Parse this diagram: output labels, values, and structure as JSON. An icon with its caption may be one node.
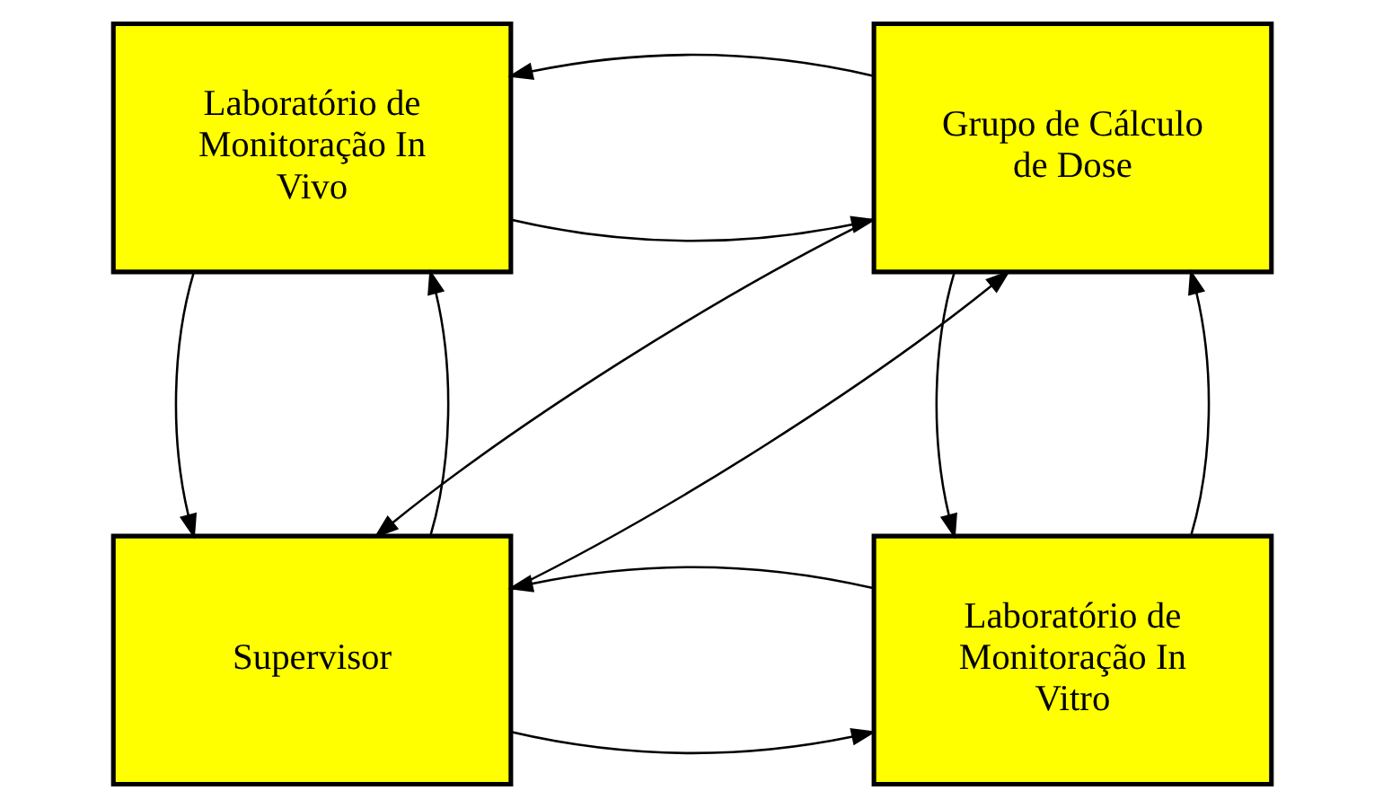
{
  "diagram": {
    "nodes": [
      {
        "text": [
          "Laboratório de Monitoração In Vivo"
        ]
      },
      {
        "text": [
          "Grupo de Cálculo de Dose"
        ]
      },
      {
        "text": [
          "Supervisor"
        ]
      },
      {
        "text": [
          "Laboratório de Monitoração In Vitro"
        ]
      }
    ],
    "edges": [
      {
        "from": 0,
        "to": 1,
        "arrow": "to"
      },
      {
        "from": 1,
        "to": 0,
        "arrow": "to"
      },
      {
        "from": 2,
        "to": 0,
        "arrow": "to"
      },
      {
        "from": 0,
        "to": 2,
        "arrow": "to"
      },
      {
        "from": 2,
        "to": 1,
        "arrow": "to"
      },
      {
        "from": 1,
        "to": 2,
        "arrow": "to"
      },
      {
        "from": 2,
        "to": 3,
        "arrow": "to"
      },
      {
        "from": 3,
        "to": 2,
        "arrow": "to"
      },
      {
        "from": 3,
        "to": 1,
        "arrow": "to"
      },
      {
        "from": 1,
        "to": 3,
        "arrow": "to"
      }
    ]
  }
}
